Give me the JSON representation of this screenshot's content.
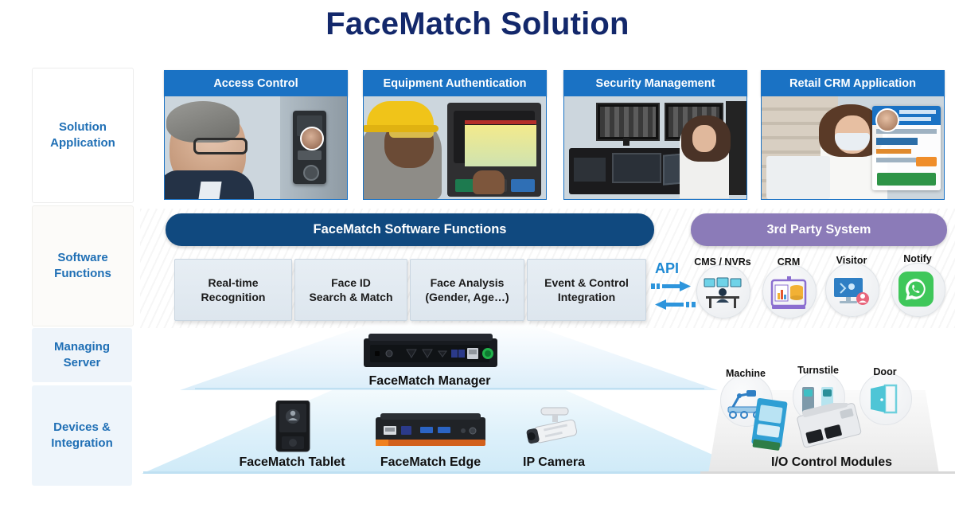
{
  "page": {
    "title": "FaceMatch Solution",
    "title_color": "#13286b",
    "accent_blue": "#1a72c4",
    "banner_blue": "#10497f",
    "banner_purple": "#8b7bb8"
  },
  "layers": [
    {
      "id": "solution-application",
      "label": "Solution\nApplication",
      "line1": "Solution",
      "line2": "Application"
    },
    {
      "id": "software-functions",
      "label": "Software Functions",
      "line1": "Software",
      "line2": "Functions"
    },
    {
      "id": "managing-server",
      "label": "Managing Server",
      "line1": "Managing",
      "line2": "Server"
    },
    {
      "id": "devices-integration",
      "label": "Devices & Integration",
      "line1": "Devices &",
      "line2": "Integration"
    }
  ],
  "applications": [
    {
      "title": "Access Control",
      "image_alt": "man-in-suit-at-face-recognition-terminal"
    },
    {
      "title": "Equipment Authentication",
      "image_alt": "worker-with-hard-hat-at-industrial-hmi-panel"
    },
    {
      "title": "Security Management",
      "image_alt": "operator-at-security-control-room-monitors"
    },
    {
      "title": "Retail CRM Application",
      "image_alt": "cashier-with-customer-crm-overlay"
    }
  ],
  "software": {
    "banner": "FaceMatch Software Functions",
    "functions": [
      {
        "line1": "Real-time",
        "line2": "Recognition"
      },
      {
        "line1": "Face ID",
        "line2": "Search & Match"
      },
      {
        "line1": "Face Analysis",
        "line2": "(Gender, Age…)"
      },
      {
        "line1": "Event & Control",
        "line2": "Integration"
      }
    ]
  },
  "third_party": {
    "banner": "3rd Party System",
    "api_label": "API",
    "systems": [
      {
        "label": "CMS / NVRs",
        "icon": "control-room-icon"
      },
      {
        "label": "CRM",
        "icon": "crm-dashboard-icon"
      },
      {
        "label": "Visitor",
        "icon": "visitor-screen-icon"
      },
      {
        "label": "Notify",
        "icon": "whatsapp-icon"
      }
    ]
  },
  "managing_server": {
    "label": "FaceMatch Manager",
    "image_alt": "black-embedded-box-pc"
  },
  "devices": [
    {
      "label": "FaceMatch Tablet",
      "image_alt": "black-vertical-face-recognition-tablet"
    },
    {
      "label": "FaceMatch Edge",
      "image_alt": "black-orange-edge-box-pc"
    },
    {
      "label": "IP Camera",
      "image_alt": "white-bullet-ip-camera"
    }
  ],
  "io_modules": {
    "label": "I/O Control Modules",
    "targets": [
      {
        "label": "Machine",
        "icon": "robot-arm-conveyor-icon"
      },
      {
        "label": "Turnstile",
        "icon": "turnstile-gate-icon"
      },
      {
        "label": "Door",
        "icon": "open-door-icon"
      }
    ],
    "module_alt": "blue-din-rail-io-module-and-white-relay-module"
  }
}
